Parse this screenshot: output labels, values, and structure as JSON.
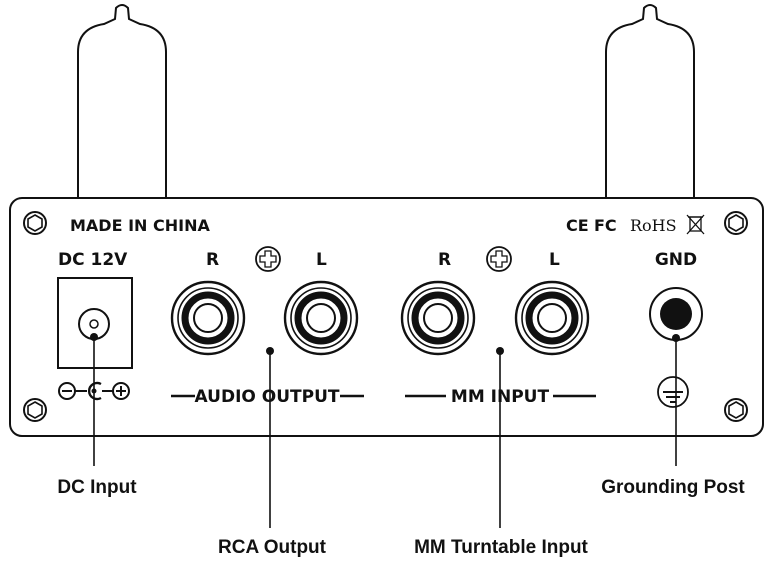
{
  "panel": {
    "made_in": "MADE IN CHINA",
    "cert_ce": "CE",
    "cert_fc": "FC",
    "cert_rohs": "RoHS",
    "power_label": "DC 12V",
    "output_r": "R",
    "output_l": "L",
    "input_r": "R",
    "input_l": "L",
    "gnd_label": "GND",
    "output_section": "AUDIO OUTPUT",
    "input_section": "MM INPUT"
  },
  "callouts": {
    "dc_input": "DC Input",
    "rca_output": "RCA Output",
    "mm_input": "MM Turntable Input",
    "grounding_post": "Grounding Post"
  },
  "colors": {
    "line": "#111111",
    "background": "#ffffff"
  }
}
